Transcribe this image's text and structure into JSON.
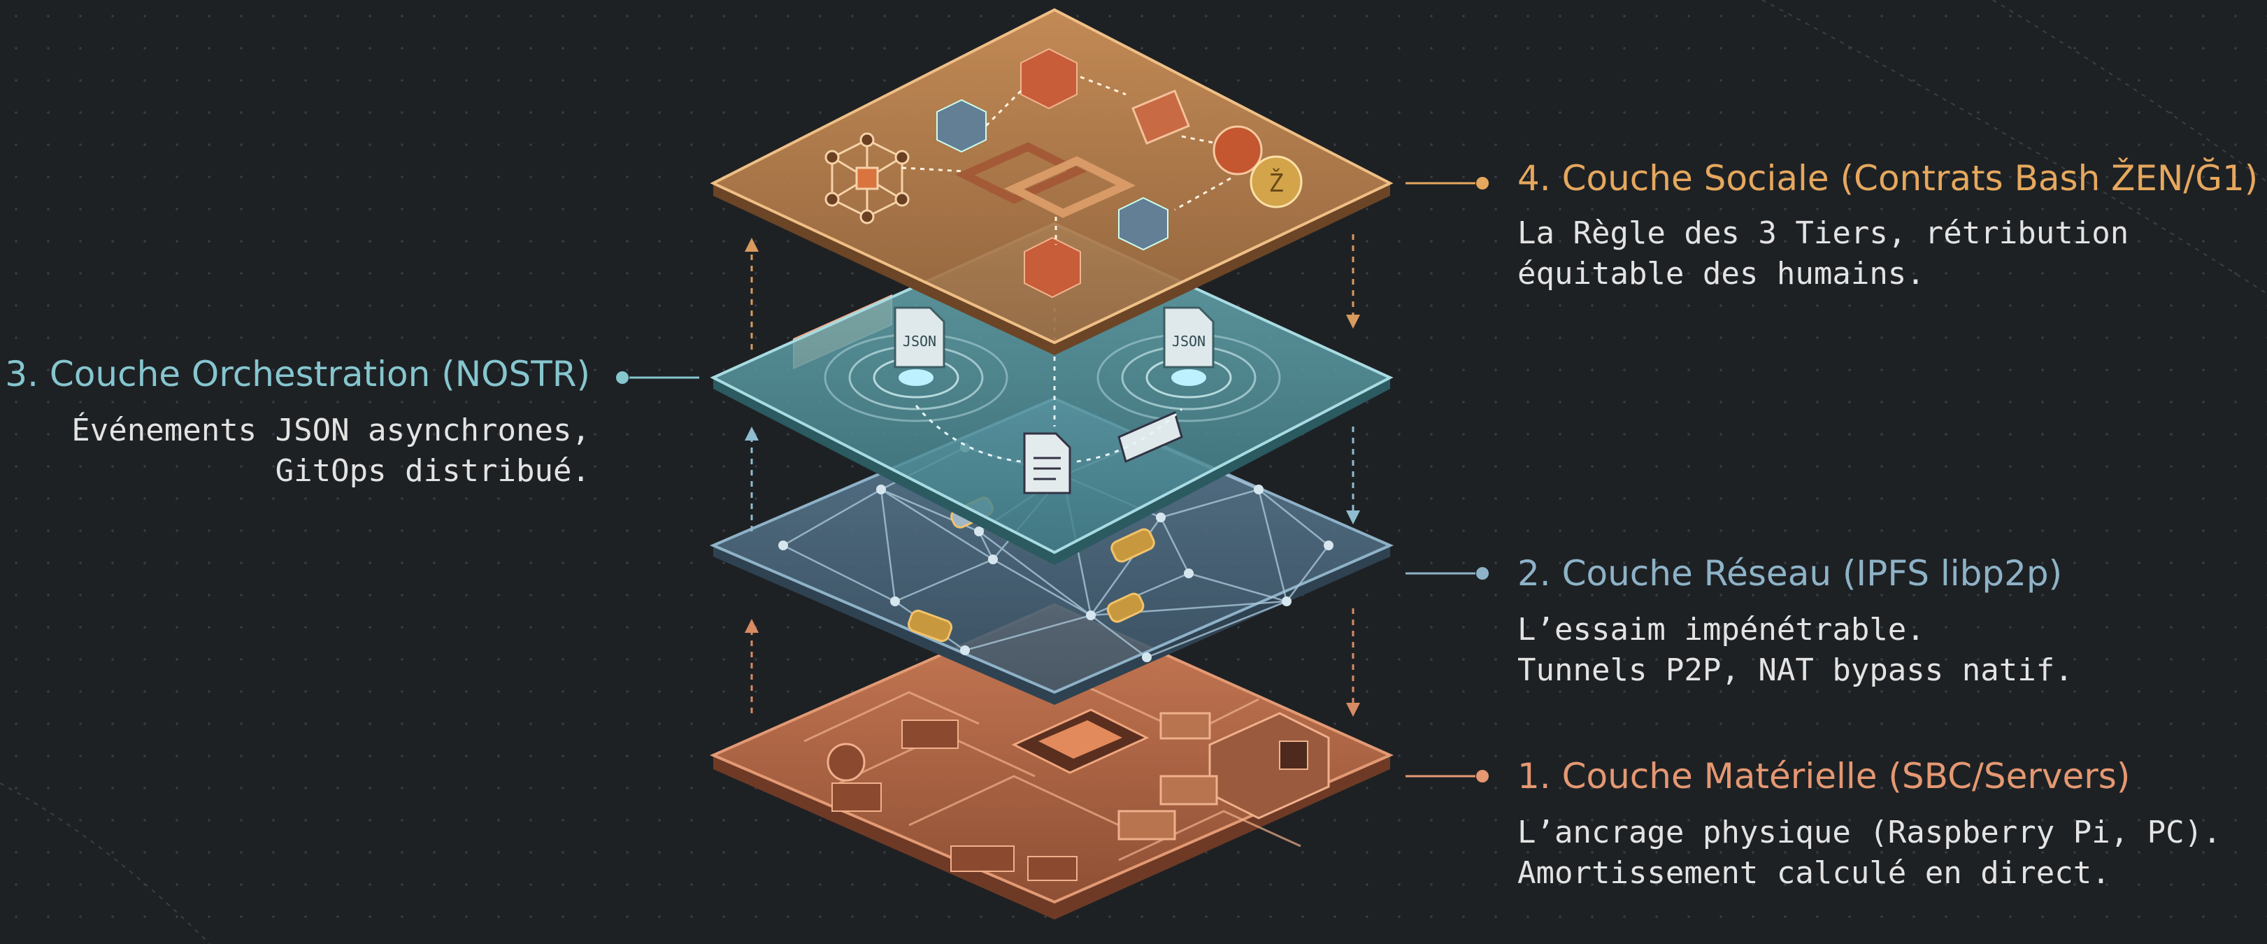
{
  "layers": [
    {
      "id": "social",
      "title": "4. Couche Sociale (Contrats Bash ŽEN/Ğ1)",
      "desc": [
        "La Règle des 3 Tiers, rétribution",
        "équitable des humains."
      ],
      "color": "#e6a85e"
    },
    {
      "id": "orchestration",
      "title": "3. Couche Orchestration (NOSTR)",
      "desc": [
        "Événements JSON asynchrones,",
        "GitOps distribué."
      ],
      "color": "#86c6cf"
    },
    {
      "id": "network",
      "title": "2. Couche Réseau (IPFS libp2p)",
      "desc": [
        "L’essaim impénétrable.",
        "Tunnels P2P, NAT bypass natif."
      ],
      "color": "#8eb3c8"
    },
    {
      "id": "hardware",
      "title": "1. Couche Matérielle (SBC/Servers)",
      "desc": [
        "L’ancrage physique (Raspberry Pi, PC).",
        "Amortissement calculé en direct."
      ],
      "color": "#e59872"
    }
  ],
  "doc_labels": {
    "json_left": "JSON",
    "json_right": "JSON",
    "coin": "Ž"
  },
  "colors": {
    "background": "#1e2124",
    "social": "#b9834c",
    "orchestration": "#5fa3ad",
    "network": "#5b7a92",
    "hardware": "#b96b4b"
  }
}
